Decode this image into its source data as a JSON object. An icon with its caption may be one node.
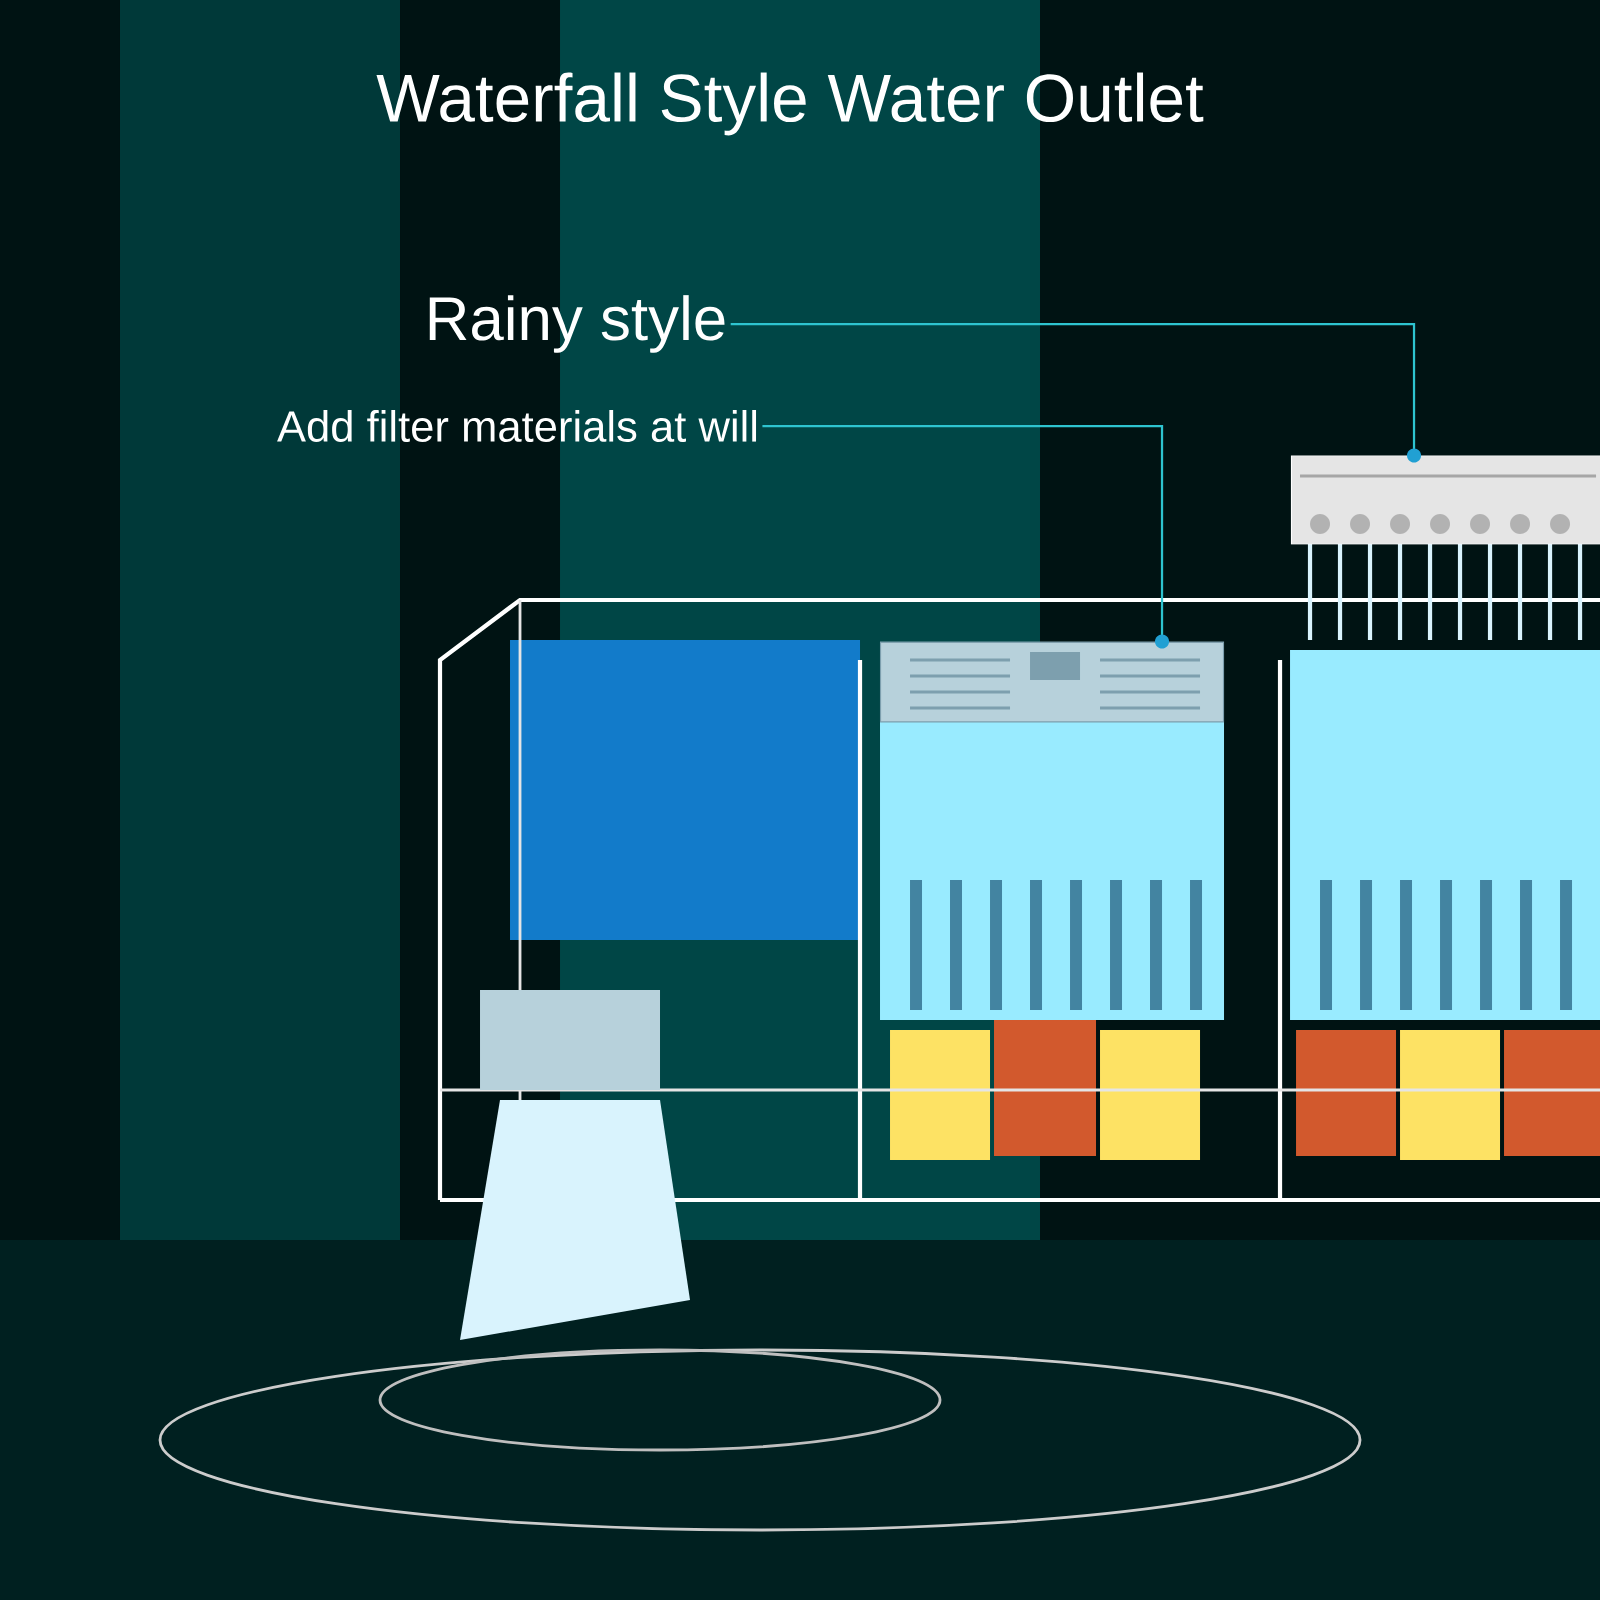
{
  "diagram": {
    "title": "Waterfall Style Water Outlet",
    "nodes": [
      {
        "text": [
          "Rainy style"
        ]
      },
      {
        "text": [
          "Add filter materials at will"
        ]
      },
      {
        "text": [],
        "shape": "picture"
      },
      {
        "text": [],
        "shape": "picture"
      }
    ],
    "edges": [
      {
        "from": 0,
        "to": 2,
        "arrow": "other",
        "color": "#2ec4d0"
      },
      {
        "from": 1,
        "to": 3,
        "arrow": "other",
        "color": "#2ec4d0"
      }
    ]
  }
}
